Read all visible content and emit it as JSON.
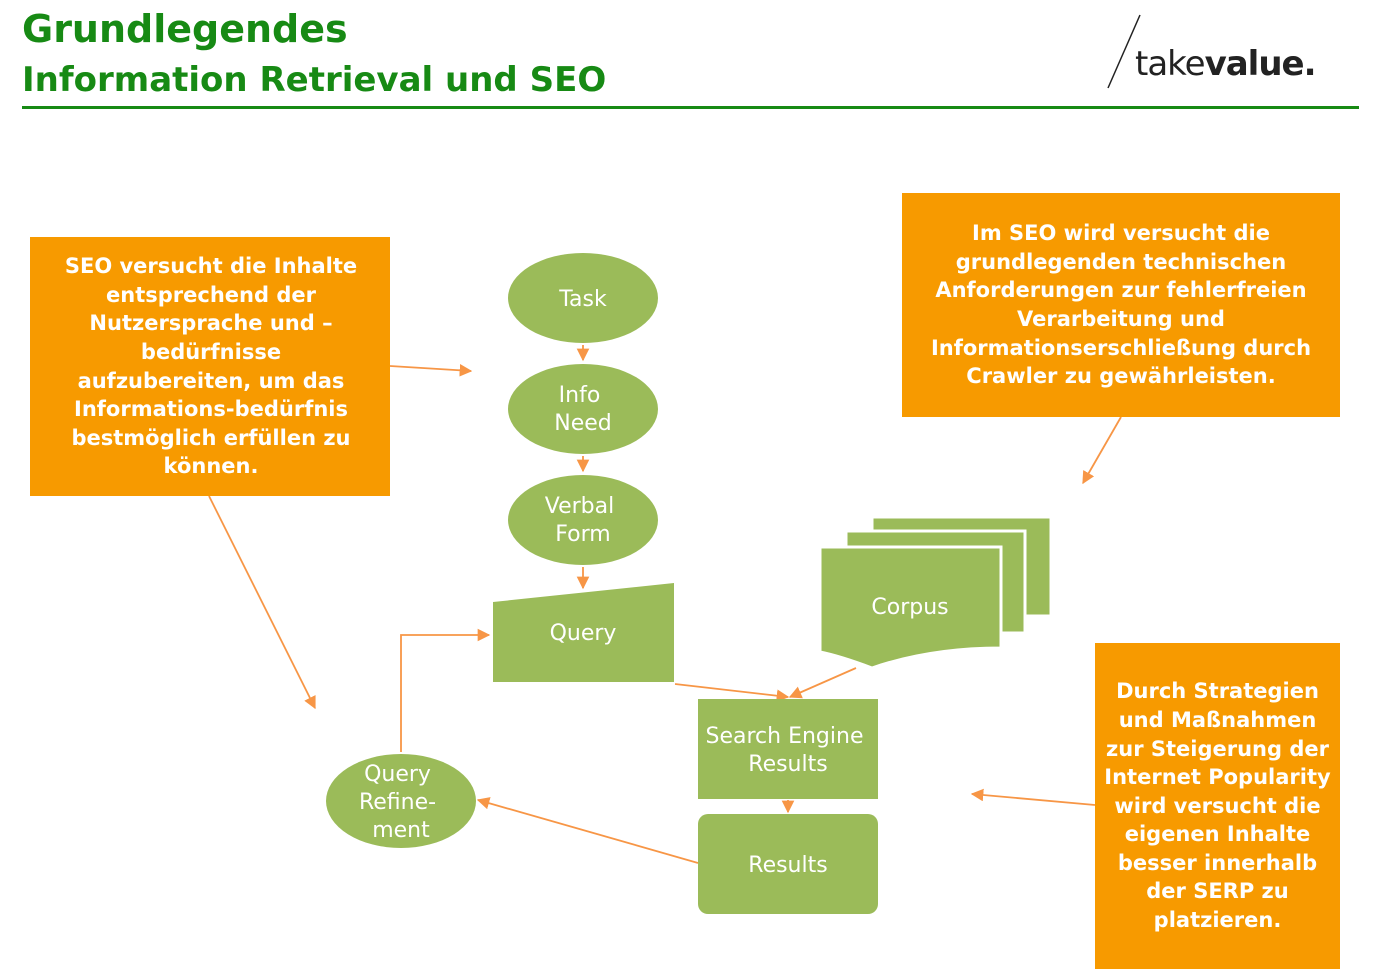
{
  "header": {
    "title": "Grundlegendes",
    "subtitle": "Information Retrieval und SEO",
    "logo_text_light": "take",
    "logo_text_bold": "value."
  },
  "notes": {
    "left": "SEO versucht die Inhalte entsprechend der Nutzersprache und – bedürfnisse aufzubereiten, um das Informations-bedürfnis bestmöglich erfüllen zu können.",
    "right_top": "Im SEO wird versucht die grundlegenden technischen Anforderungen zur fehlerfreien Verarbeitung und Informationserschließung durch Crawler zu gewährleisten.",
    "right_bottom": "Durch Strategien und Maßnahmen zur Steigerung der Internet Popularity wird versucht die eigenen Inhalte besser innerhalb der SERP zu platzieren."
  },
  "diagram": {
    "task": [
      "Task"
    ],
    "info_need": [
      "Info",
      "Need"
    ],
    "verbal_form": [
      "Verbal",
      "Form"
    ],
    "query": [
      "Query"
    ],
    "corpus": [
      "Corpus"
    ],
    "search_engine_results": [
      "Search Engine",
      "Results"
    ],
    "results": [
      "Results"
    ],
    "query_refinement": [
      "Query",
      "Refine-",
      "ment"
    ]
  },
  "colors": {
    "green_heading": "#178a14",
    "node_fill": "#9bbb59",
    "node_text": "#ffffff",
    "arrow": "#f79646",
    "note_fill": "#f79a00",
    "note_text": "#ffffff"
  }
}
